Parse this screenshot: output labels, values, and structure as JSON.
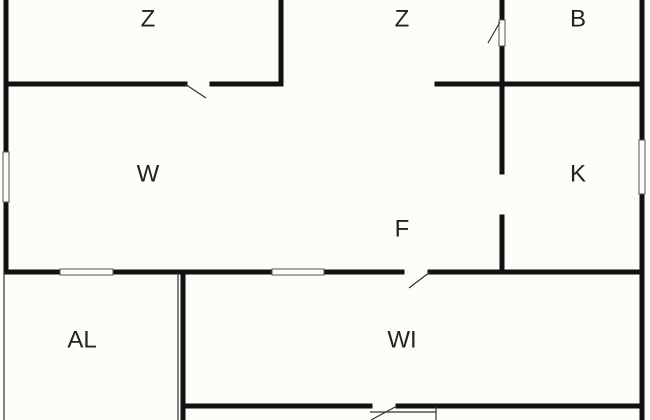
{
  "rooms": [
    {
      "id": "z1",
      "label": "Z"
    },
    {
      "id": "z2",
      "label": "Z"
    },
    {
      "id": "b",
      "label": "B"
    },
    {
      "id": "w",
      "label": "W"
    },
    {
      "id": "k",
      "label": "K"
    },
    {
      "id": "f",
      "label": "F"
    },
    {
      "id": "al",
      "label": "AL"
    },
    {
      "id": "wi",
      "label": "WI"
    }
  ]
}
